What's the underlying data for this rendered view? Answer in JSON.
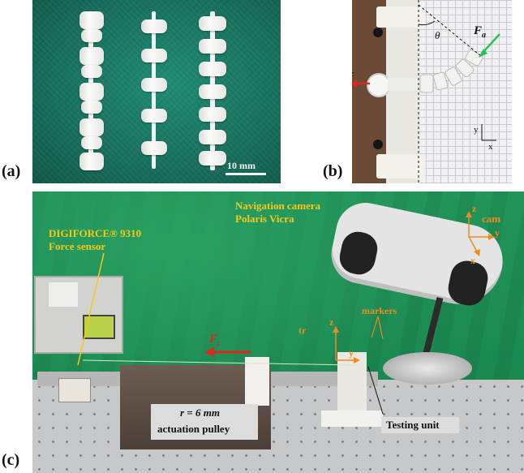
{
  "panel_labels": {
    "a": "(a)",
    "b": "(b)",
    "c": "(c)"
  },
  "panel_a": {
    "scale_bar": "10 mm"
  },
  "panel_b": {
    "theta": "θ",
    "force_a": "F",
    "force_a_sub": "a",
    "force_c": "F",
    "force_c_sub": "c",
    "axis_y": "y",
    "axis_x": "x"
  },
  "panel_c": {
    "sensor_label_line1": "DIGIFORCE® 9310",
    "sensor_label_line2": "Force sensor",
    "camera_label_line1": "Navigation camera",
    "camera_label_line2": "Polaris Vicra",
    "cam_axis_z": "z",
    "cam_axis_y": "y",
    "cam_axis_x": "x",
    "cam_frame": "cam",
    "markers": "markers",
    "tr_frame": "tr",
    "tr_axis_z": "z",
    "tr_axis_y": "y",
    "force_c": "F",
    "force_c_sub": "c",
    "pulley_radius": "r = 6 mm",
    "pulley_name": "actuation pulley",
    "testing_unit": "Testing unit"
  },
  "colors": {
    "yellow_label": "#f5c816",
    "orange_label": "#f08a1d",
    "force_red": "#e0261f",
    "force_green": "#27c25a"
  }
}
